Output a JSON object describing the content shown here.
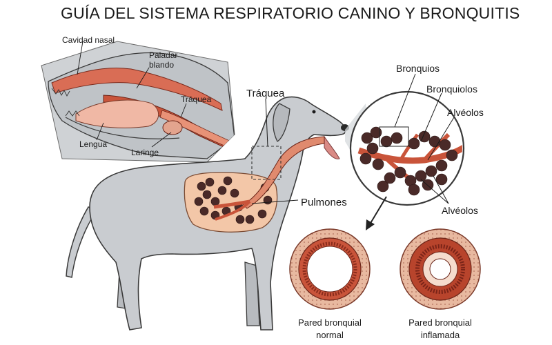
{
  "title": "GUÍA DEL SISTEMA RESPIRATORIO CANINO Y BRONQUITIS",
  "head_inset": {
    "nasal_cavity": "Cavidad nasal",
    "soft_palate_line1": "Paladar",
    "soft_palate_line2": "blando",
    "trachea": "Tráquea",
    "tongue": "Lengua",
    "larynx": "Laringe"
  },
  "dog": {
    "trachea": "Tráquea",
    "lungs": "Pulmones"
  },
  "zoom": {
    "bronchi": "Bronquios",
    "bronchioles": "Bronquiolos",
    "alveoli_top": "Alvéolos",
    "alveoli_bottom": "Alvéolos"
  },
  "cross_sections": {
    "normal_line1": "Pared bronquial",
    "normal_line2": "normal",
    "inflamed_line1": "Pared bronquial",
    "inflamed_line2": "inflamada"
  },
  "colors": {
    "dog_fill": "#c9ccd0",
    "dog_stroke": "#3a3a3a",
    "lung_fill": "#f3c7a8",
    "tissue": "#c9543a",
    "alveoli": "#4a2a28",
    "inset_bg": "#cfd2d5"
  }
}
